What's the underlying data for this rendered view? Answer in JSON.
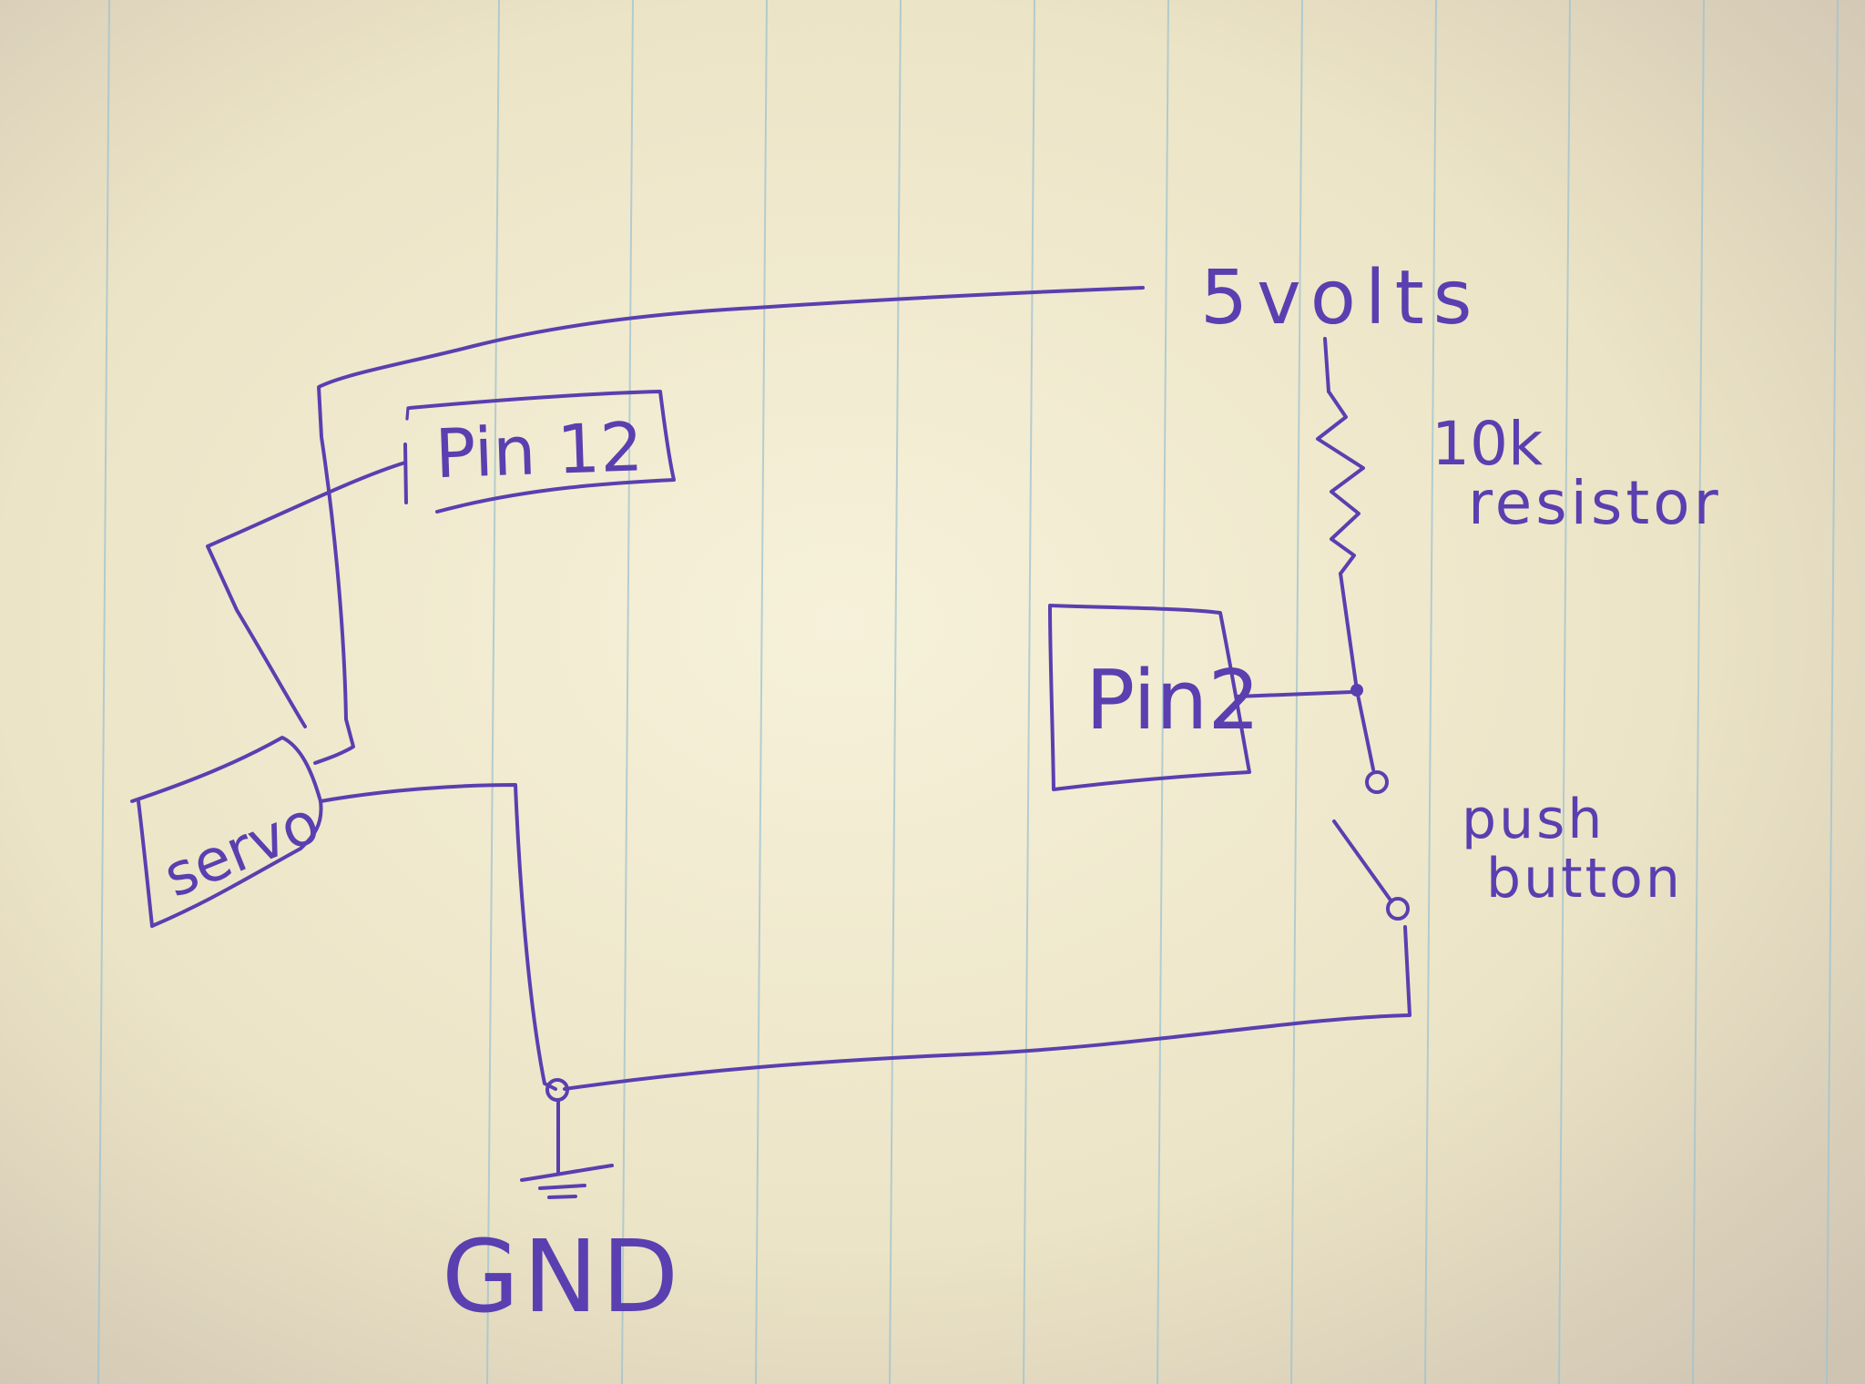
{
  "labels": {
    "supply": "5volts",
    "resistor_value": "10k",
    "resistor_word": "resistor",
    "pin12": "Pin 12",
    "pin2": "Pin2",
    "servo": "servo",
    "push": "push",
    "button": "button",
    "ground": "GND"
  },
  "colors": {
    "paper": "#efe9cf",
    "ink": "#5a3fb0",
    "ruled_lines": "#9fc3cf"
  }
}
